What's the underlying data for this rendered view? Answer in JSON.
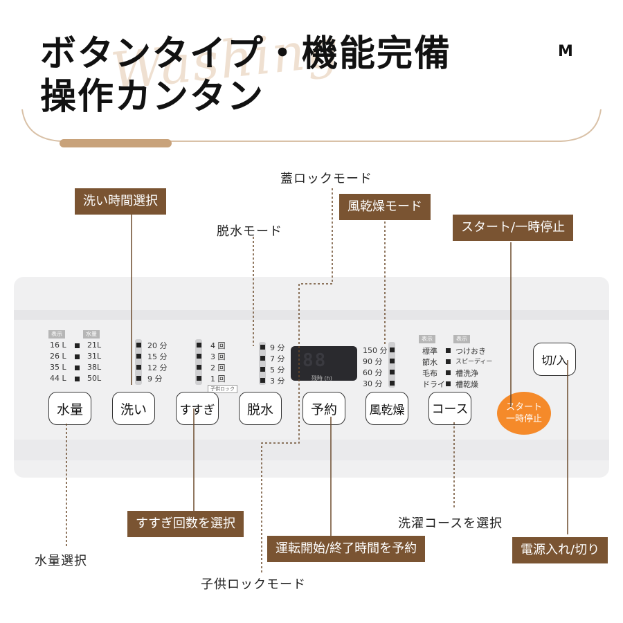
{
  "header": {
    "title_line1": "ボタンタイプ・機能完備",
    "title_line2": "操作カンタン",
    "decor_script": "Washing",
    "brand_mark": "M"
  },
  "callouts": {
    "wash_time": "洗い時間選択",
    "lid_lock": "蓋ロックモード",
    "spin_mode": "脱水モード",
    "air_dry": "風乾燥モード",
    "start_pause": "スタート/一時停止",
    "rinse_count": "すすぎ回数を選択",
    "course_select": "洗濯コースを選択",
    "water_level": "水量選択",
    "timer": "運転開始/終了時間を予約",
    "power": "電源入れ/切り",
    "child_lock": "子供ロックモード"
  },
  "panel": {
    "water": {
      "hdr_left": "表示",
      "hdr_right": "水量",
      "levels_left": [
        "16 L",
        "26 L",
        "35 L",
        "44 L"
      ],
      "levels_right": [
        "21L",
        "31L",
        "38L",
        "50L"
      ]
    },
    "wash_minutes": [
      "20 分",
      "15 分",
      "12 分",
      "9 分"
    ],
    "rinse_counts": [
      "4 回",
      "3 回",
      "2 回",
      "1 回"
    ],
    "spin_minutes": [
      "9 分",
      "7 分",
      "5 分",
      "3 分"
    ],
    "child_lock_note": "子供ロック",
    "display_digits": "88",
    "display_caption": "残時 (h)",
    "dry_minutes": [
      "150 分",
      "90 分",
      "60 分",
      "30 分"
    ],
    "course": {
      "hdr_left": "表示",
      "hdr_right": "表示",
      "left": [
        "標準",
        "節水",
        "毛布",
        "ドライ"
      ],
      "right": [
        "つけおき",
        "スピーディー",
        "槽洗浄",
        "槽乾燥"
      ]
    },
    "buttons": {
      "water": "水量",
      "wash": "洗い",
      "rinse": "すすぎ",
      "spin": "脱水",
      "timer": "予約",
      "dry": "風乾燥",
      "course": "コース",
      "start_line1": "スタート",
      "start_line2": "一時停止",
      "power_line1": "切",
      "power_line2": "入"
    }
  },
  "colors": {
    "callout_bg": "#7a5432",
    "start_button": "#f58a2a",
    "accent_bar": "#c8a27a"
  }
}
